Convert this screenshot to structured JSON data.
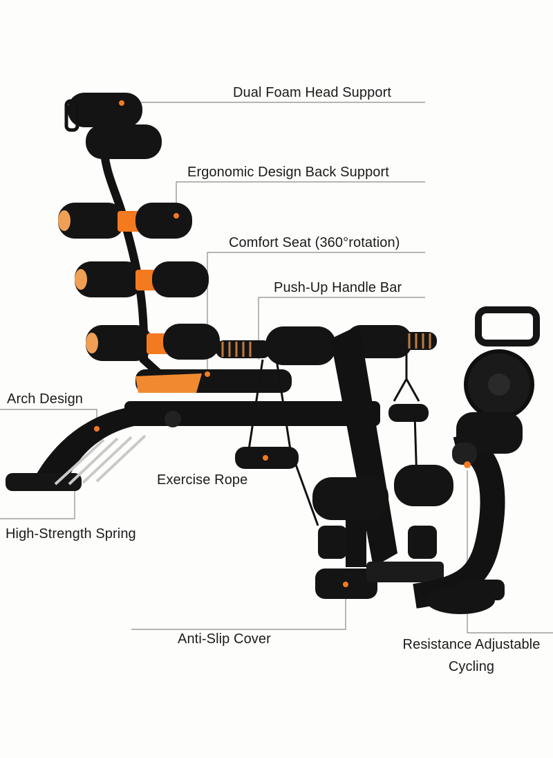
{
  "colors": {
    "background": "#fdfdfb",
    "frame": "#121212",
    "foam": "#141414",
    "accent_orange": "#f47a20",
    "leader_line": "#8a8a8a",
    "text": "#1a1a1a"
  },
  "callouts": {
    "head_support": "Dual Foam Head Support",
    "back_support": "Ergonomic Design Back Support",
    "comfort_seat": "Comfort Seat (360°rotation)",
    "pushup_bar": "Push-Up Handle Bar",
    "arch_design": "Arch Design",
    "exercise_rope": "Exercise Rope",
    "spring": "High-Strength Spring",
    "anti_slip": "Anti-Slip Cover",
    "cycling_line1": "Resistance Adjustable",
    "cycling_line2": "Cycling"
  }
}
